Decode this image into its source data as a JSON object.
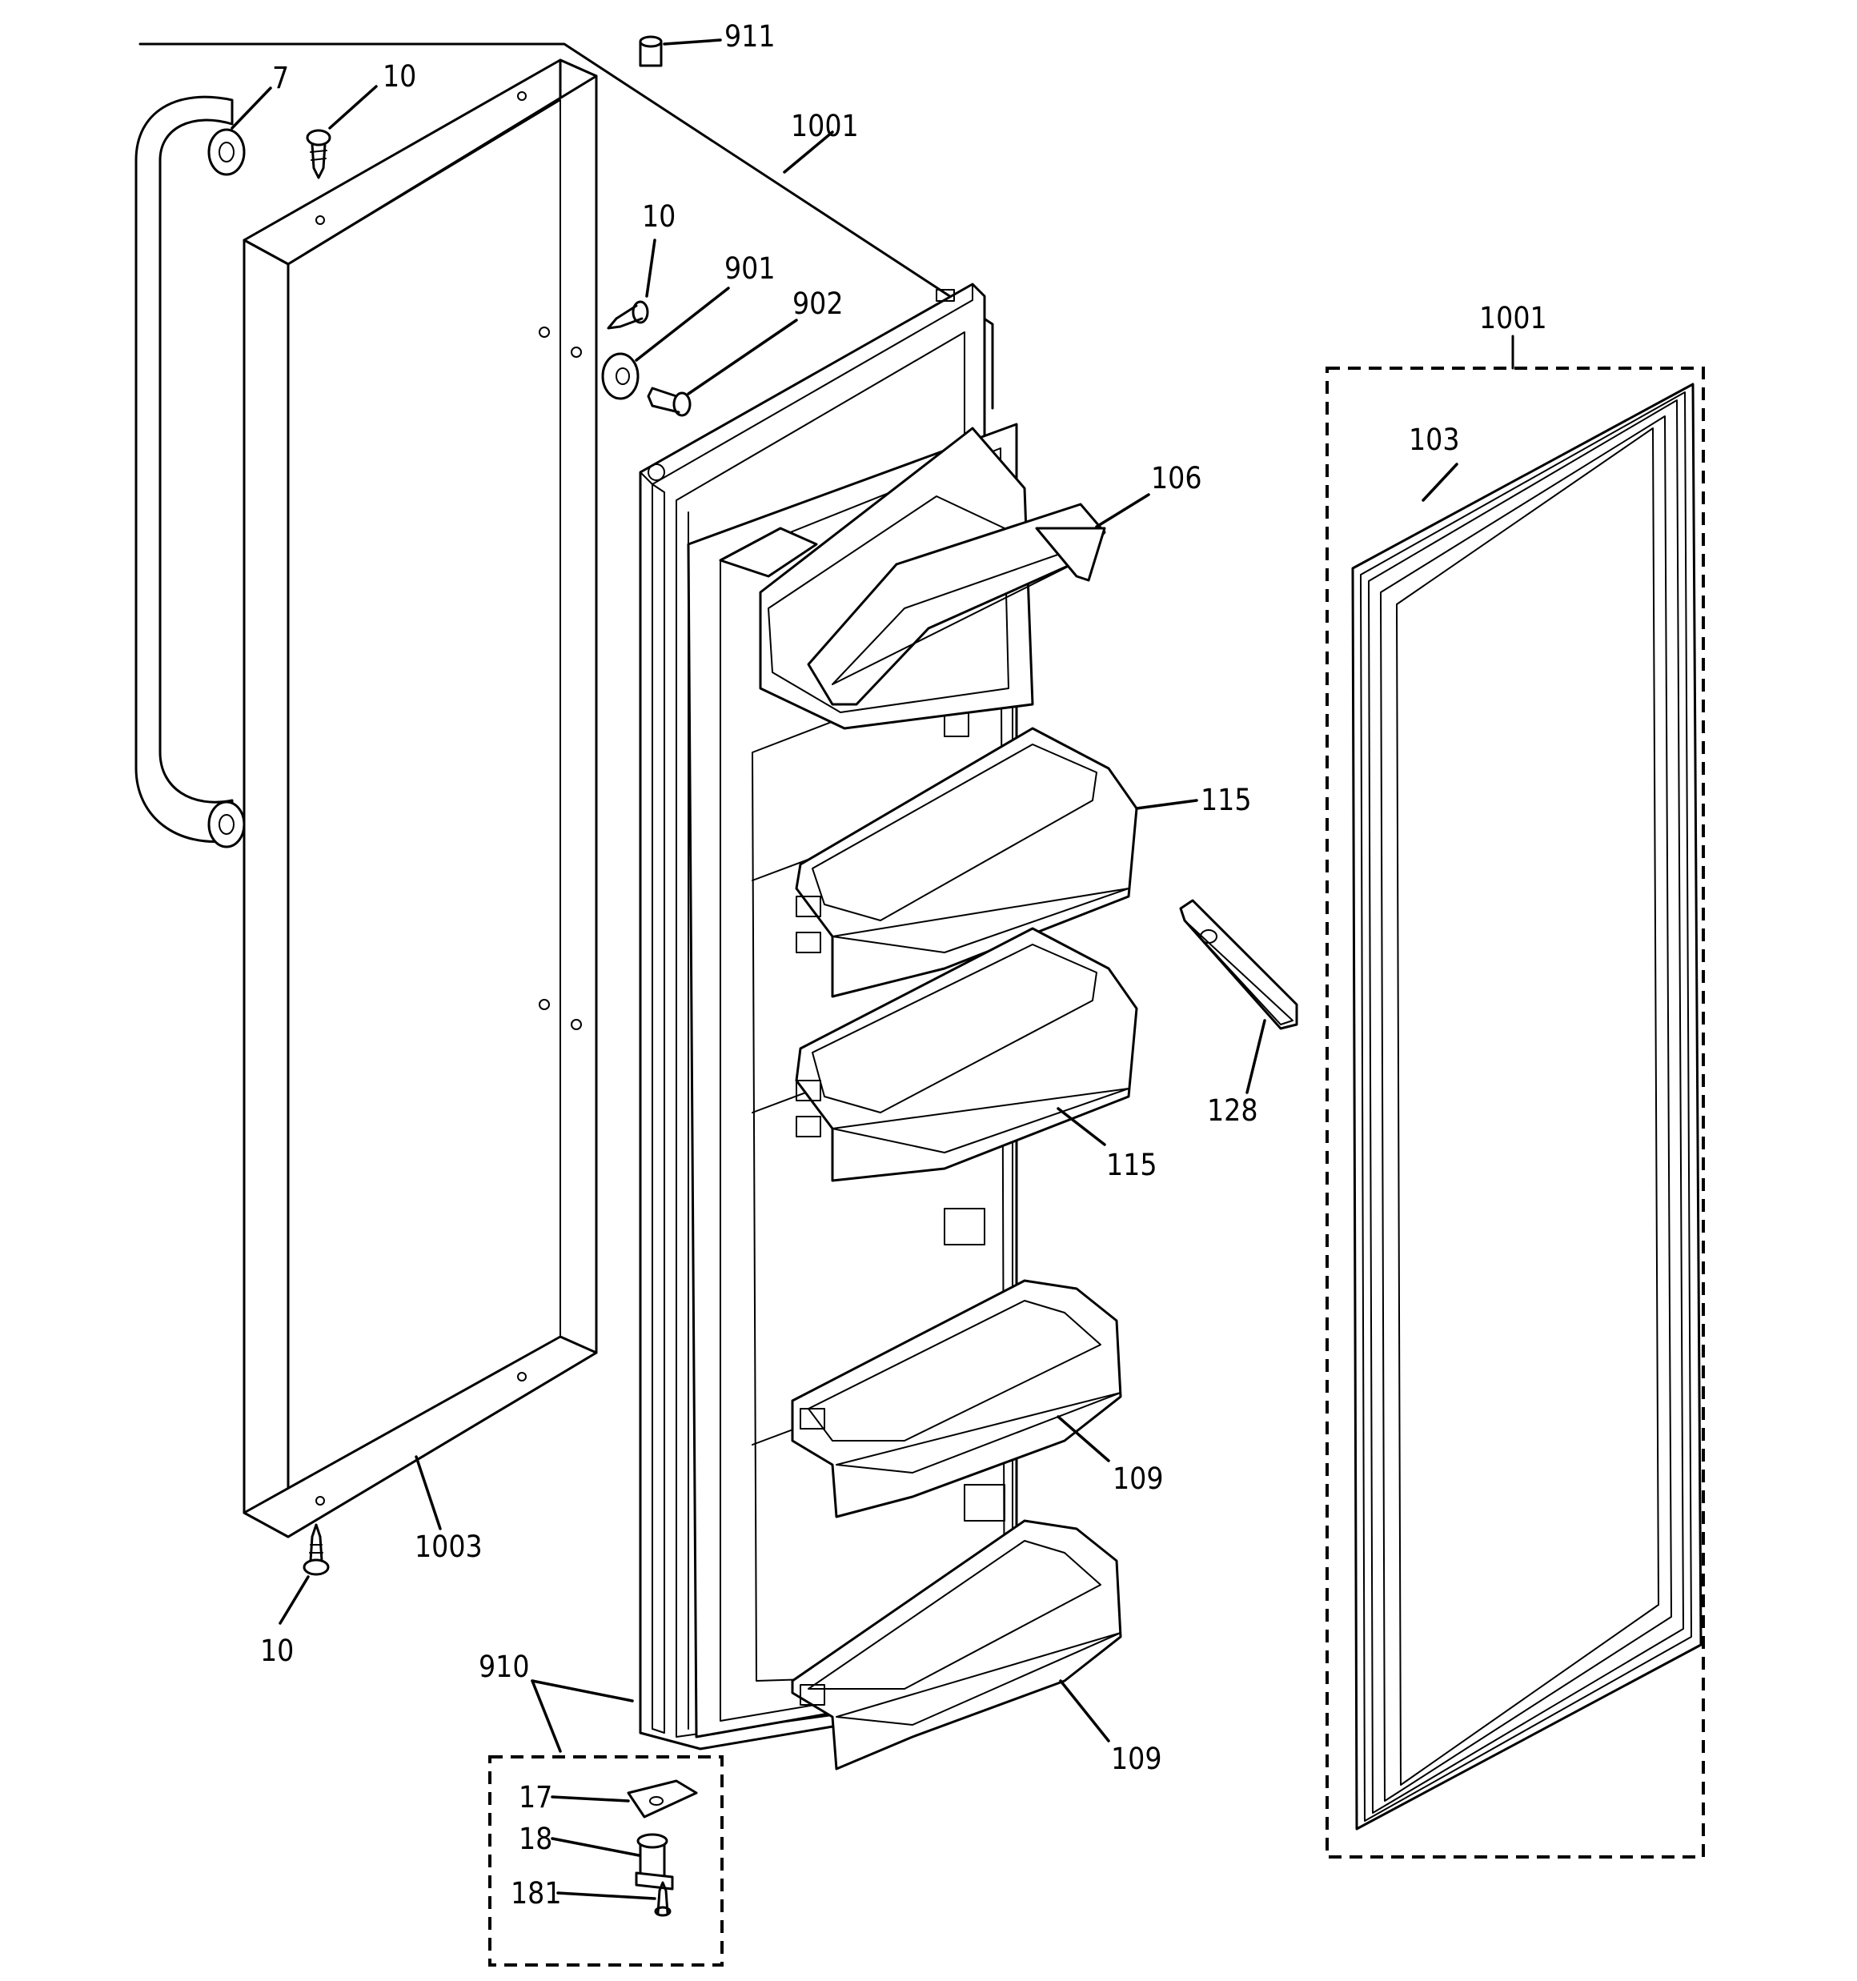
{
  "diagram": {
    "callouts": {
      "p7": "7",
      "p10_top": "10",
      "p911": "911",
      "p1001_top": "1001",
      "p10_mid": "10",
      "p901": "901",
      "p902": "902",
      "p1001_right": "1001",
      "p103": "103",
      "p106": "106",
      "p115_upper": "115",
      "p115_lower": "115",
      "p128": "128",
      "p109_upper": "109",
      "p109_lower": "109",
      "p1003": "1003",
      "p10_bottom": "10",
      "p910": "910",
      "p17": "17",
      "p18": "18",
      "p181": "181"
    }
  }
}
